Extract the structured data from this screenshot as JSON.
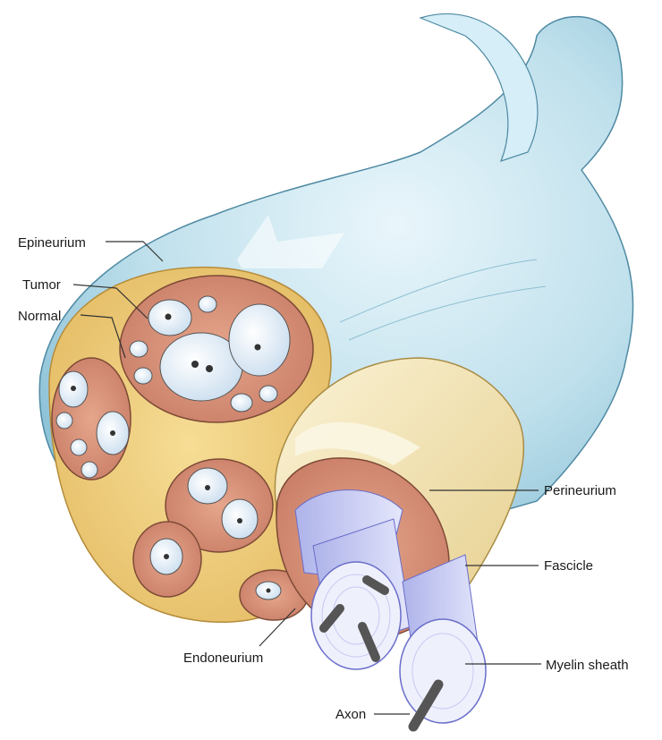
{
  "labels": {
    "epineurium": "Epineurium",
    "tumor": "Tumor",
    "normal": "Normal",
    "perineurium": "Perineurium",
    "fascicle": "Fascicle",
    "endoneurium": "Endoneurium",
    "myelin_sheath": "Myelin sheath",
    "axon": "Axon"
  },
  "colors": {
    "epineurium_outer": "#b9dbe9",
    "epineurium_inner": "#e8c77a",
    "fascicle_fill": "#d9917a",
    "perineurium": "#f1e4b3",
    "myelin": "#c5c8f0",
    "axon": "#555555"
  }
}
